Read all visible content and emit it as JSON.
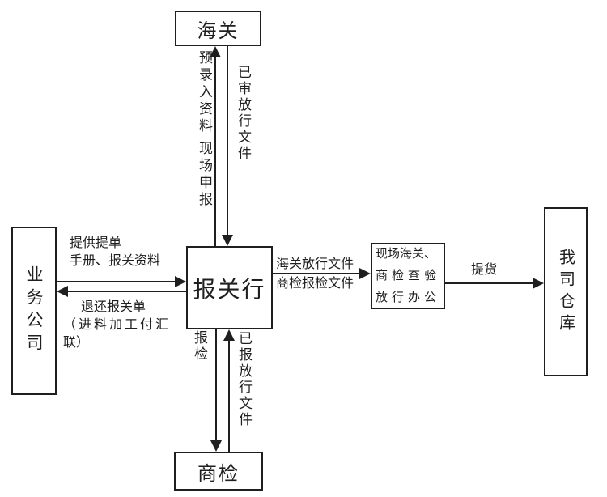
{
  "canvas": {
    "background": "#ffffff",
    "ink_color": "#1f1f1f"
  },
  "boxes": {
    "customs": "海关",
    "broker": "报关行",
    "business_company": "业务公司",
    "site_office": {
      "line1": "现场海关、",
      "line2": "商检查验",
      "line3": "放行办公"
    },
    "warehouse": "我司仓库",
    "inspection": "商检"
  },
  "edge_labels": {
    "pre_entry": "预录入资料",
    "site_declare": "现场申报",
    "approved_release_docs": "已审放行文件",
    "provide_docs_line1": "提供提单",
    "provide_docs_line2": "手册、报关资料",
    "return_docs_line1": "退还报关单",
    "return_docs_line2": "（进料加工付汇",
    "return_docs_line3": "联）",
    "customs_release_docs": "海关放行文件",
    "inspection_declare_docs": "商检报检文件",
    "pickup": "提货",
    "declare_inspection": "报检",
    "declared_release_docs": "已报放行文件"
  }
}
